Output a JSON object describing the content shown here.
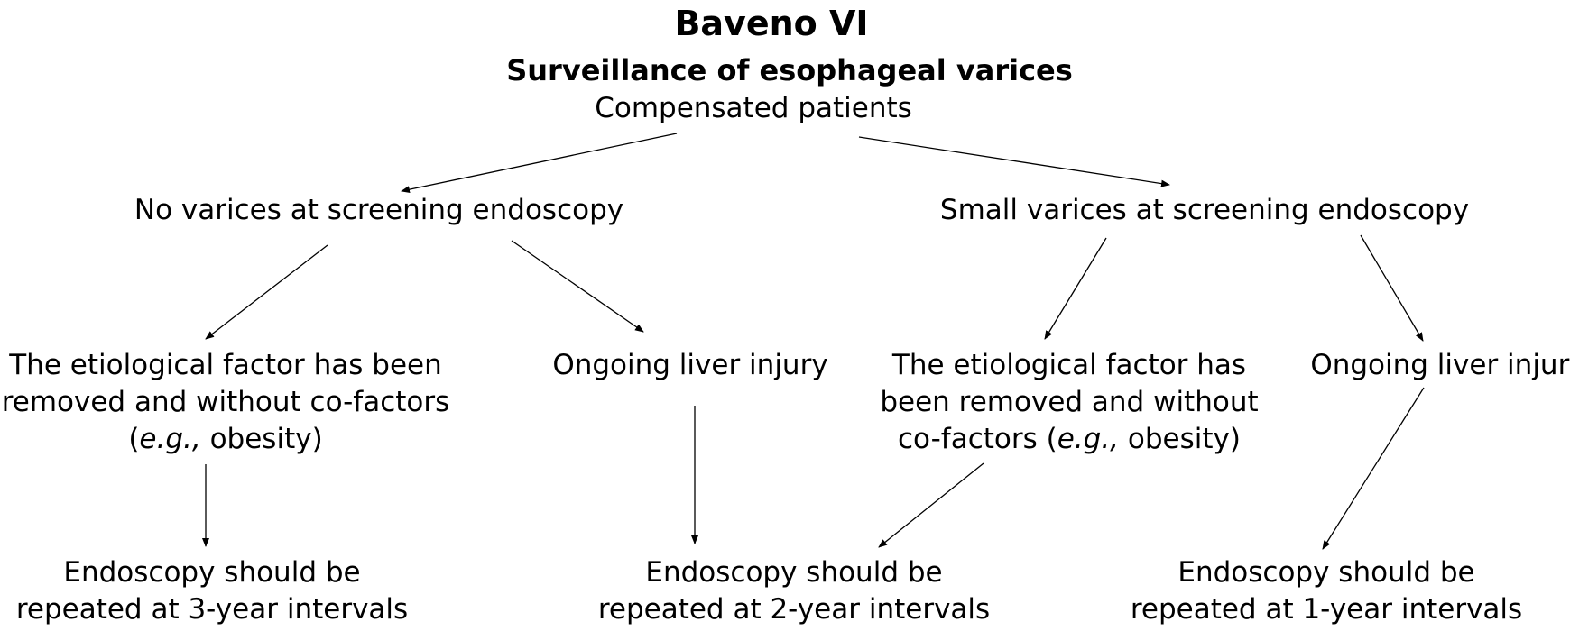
{
  "title": "Baveno VI",
  "subtitle": "Surveillance of esophageal varices",
  "nodes": {
    "root": "Compensated patients",
    "no_varices": "No varices at screening endoscopy",
    "small_varices": "Small varices at screening endoscopy",
    "no_removed": {
      "line1": "The etiological factor has been",
      "line2": "removed and without co-factors",
      "line3_open": "(",
      "line3_italic": "e.g.,",
      "line3_rest": " obesity)"
    },
    "no_ongoing": "Ongoing liver injury",
    "small_removed": {
      "line1": "The etiological factor has",
      "line2": "been removed and without",
      "line3_open": "co-factors (",
      "line3_italic": "e.g.,",
      "line3_rest": " obesity)"
    },
    "small_ongoing": "Ongoing liver injury",
    "out_3yr": {
      "line1": "Endoscopy should be",
      "line2": "repeated at 3-year intervals"
    },
    "out_2yr": {
      "line1": "Endoscopy should be",
      "line2": "repeated at 2-year intervals"
    },
    "out_1yr": {
      "line1": "Endoscopy should be",
      "line2": "repeated at 1-year intervals"
    }
  },
  "edges": [
    {
      "from": "root",
      "to": "no_varices"
    },
    {
      "from": "root",
      "to": "small_varices"
    },
    {
      "from": "no_varices",
      "to": "no_removed"
    },
    {
      "from": "no_varices",
      "to": "no_ongoing"
    },
    {
      "from": "small_varices",
      "to": "small_removed"
    },
    {
      "from": "small_varices",
      "to": "small_ongoing"
    },
    {
      "from": "no_removed",
      "to": "out_3yr"
    },
    {
      "from": "no_ongoing",
      "to": "out_2yr"
    },
    {
      "from": "small_removed",
      "to": "out_2yr"
    },
    {
      "from": "small_ongoing",
      "to": "out_1yr"
    }
  ]
}
